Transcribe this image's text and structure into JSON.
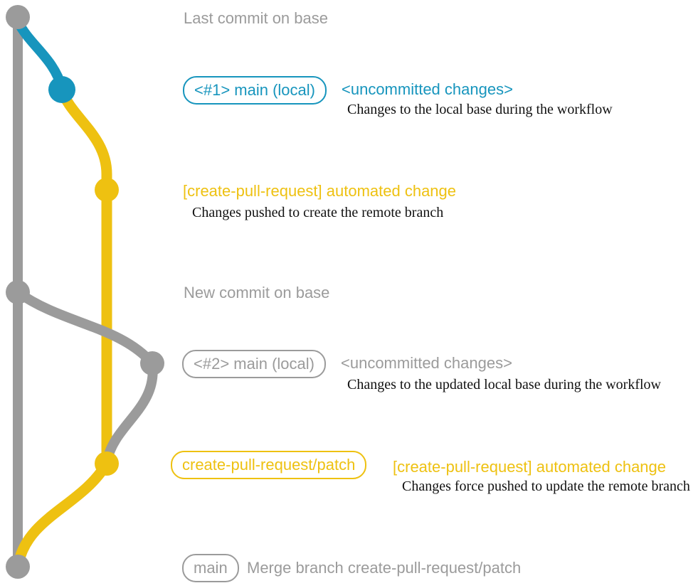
{
  "colors": {
    "gray": "#9b9b9b",
    "teal": "#1795bd",
    "yellow": "#eec111",
    "text_dark": "#111111"
  },
  "rows": {
    "last_commit_label": "Last commit on base",
    "step1": {
      "badge": "<#1> main (local)",
      "title": "<uncommitted changes>",
      "description": "Changes to the local base during the workflow"
    },
    "step2": {
      "title": "[create-pull-request] automated change",
      "description": "Changes pushed to create the remote branch"
    },
    "new_commit_label": "New commit on base",
    "step3": {
      "badge": "<#2> main (local)",
      "title": "<uncommitted changes>",
      "description": "Changes to the updated local base during the workflow"
    },
    "step4": {
      "badge": "create-pull-request/patch",
      "title": "[create-pull-request] automated change",
      "description": "Changes force pushed to update the remote branch"
    },
    "step5": {
      "badge": "main",
      "title": "Merge branch create-pull-request/patch"
    }
  }
}
